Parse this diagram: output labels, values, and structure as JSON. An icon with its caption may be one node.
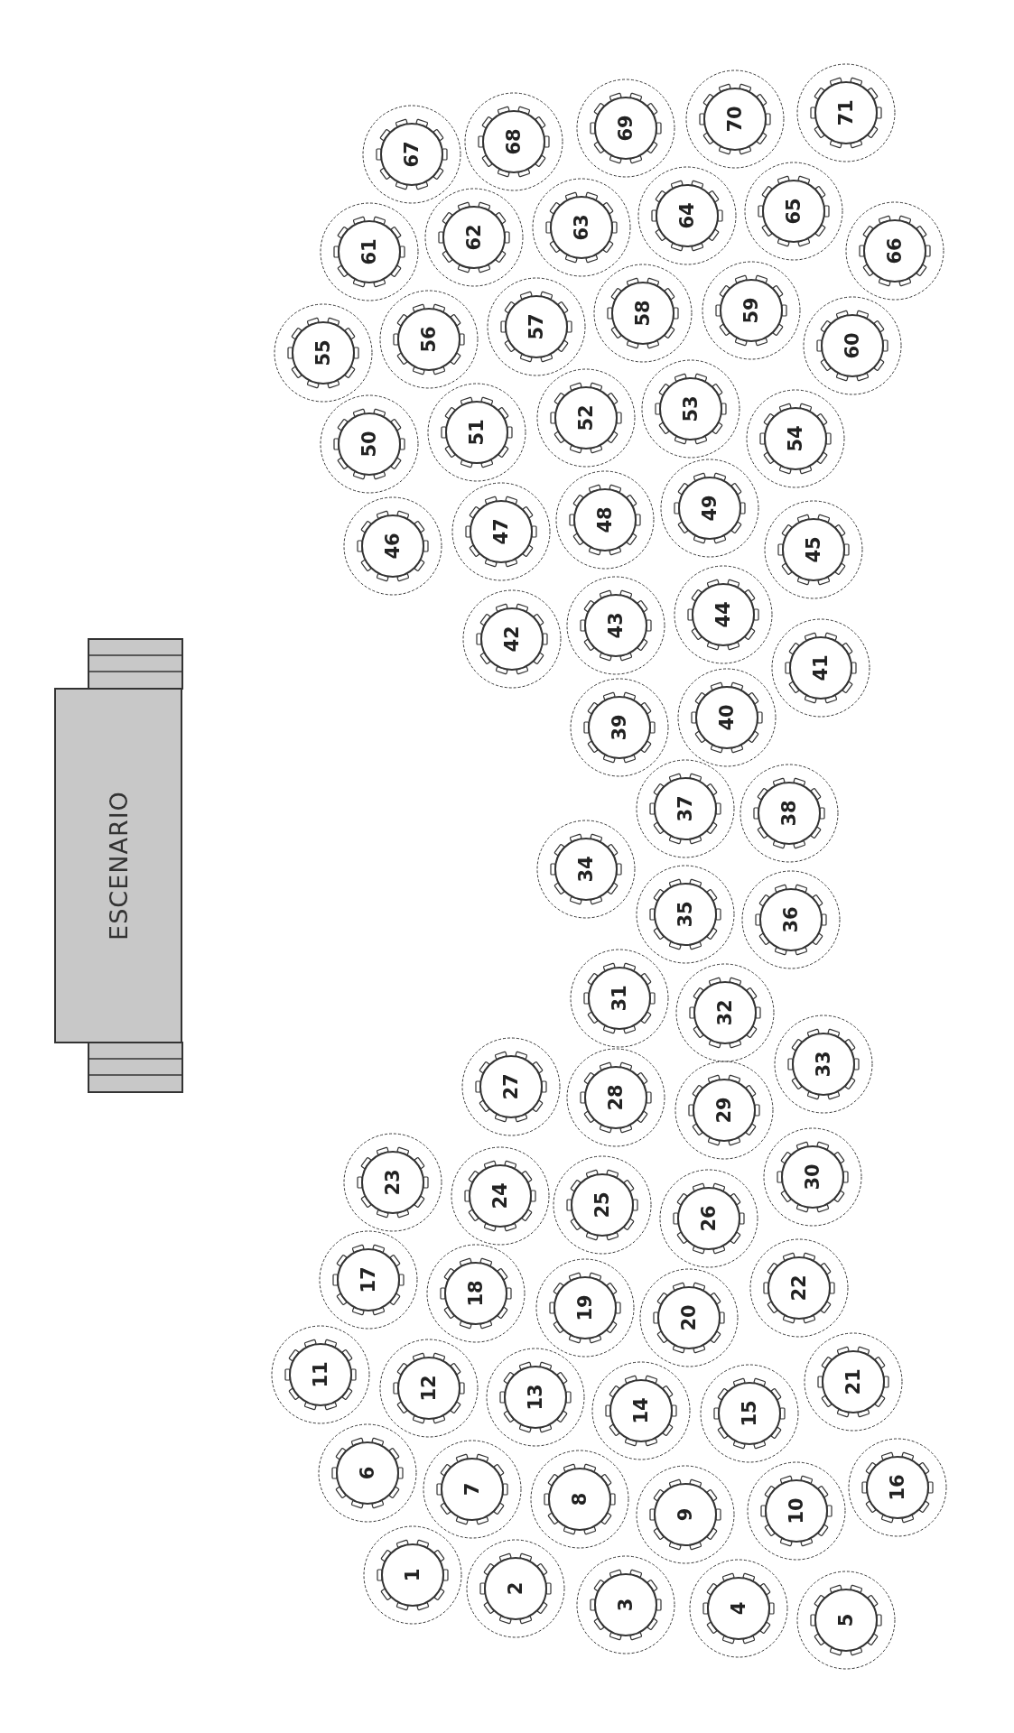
{
  "diagram": {
    "nodes": [
      {
        "text": [
          "ESCENARIO"
        ]
      },
      {
        "text": [
          "1"
        ]
      },
      {
        "text": [
          "2"
        ]
      },
      {
        "text": [
          "3"
        ]
      },
      {
        "text": [
          "4"
        ]
      },
      {
        "text": [
          "5"
        ]
      },
      {
        "text": [
          "6"
        ]
      },
      {
        "text": [
          "7"
        ]
      },
      {
        "text": [
          "8"
        ]
      },
      {
        "text": [
          "9"
        ]
      },
      {
        "text": [
          "10"
        ]
      },
      {
        "text": [
          "11"
        ]
      },
      {
        "text": [
          "12"
        ]
      },
      {
        "text": [
          "13"
        ]
      },
      {
        "text": [
          "14"
        ]
      },
      {
        "text": [
          "15"
        ]
      },
      {
        "text": [
          "16"
        ]
      },
      {
        "text": [
          "17"
        ]
      },
      {
        "text": [
          "18"
        ]
      },
      {
        "text": [
          "19"
        ]
      },
      {
        "text": [
          "20"
        ]
      },
      {
        "text": [
          "21"
        ]
      },
      {
        "text": [
          "22"
        ]
      },
      {
        "text": [
          "23"
        ]
      },
      {
        "text": [
          "24"
        ]
      },
      {
        "text": [
          "25"
        ]
      },
      {
        "text": [
          "26"
        ]
      },
      {
        "text": [
          "27"
        ]
      },
      {
        "text": [
          "28"
        ]
      },
      {
        "text": [
          "29"
        ]
      },
      {
        "text": [
          "30"
        ]
      },
      {
        "text": [
          "31"
        ]
      },
      {
        "text": [
          "32"
        ]
      },
      {
        "text": [
          "33"
        ]
      },
      {
        "text": [
          "34"
        ]
      },
      {
        "text": [
          "35"
        ]
      },
      {
        "text": [
          "36"
        ]
      },
      {
        "text": [
          "37"
        ]
      },
      {
        "text": [
          "38"
        ]
      },
      {
        "text": [
          "39"
        ]
      },
      {
        "text": [
          "40"
        ]
      },
      {
        "text": [
          "41"
        ]
      },
      {
        "text": [
          "42"
        ]
      },
      {
        "text": [
          "43"
        ]
      },
      {
        "text": [
          "44"
        ]
      },
      {
        "text": [
          "45"
        ]
      },
      {
        "text": [
          "46"
        ]
      },
      {
        "text": [
          "47"
        ]
      },
      {
        "text": [
          "48"
        ]
      },
      {
        "text": [
          "49"
        ]
      },
      {
        "text": [
          "50"
        ]
      },
      {
        "text": [
          "51"
        ]
      },
      {
        "text": [
          "52"
        ]
      },
      {
        "text": [
          "53"
        ]
      },
      {
        "text": [
          "54"
        ]
      },
      {
        "text": [
          "55"
        ]
      },
      {
        "text": [
          "56"
        ]
      },
      {
        "text": [
          "57"
        ]
      },
      {
        "text": [
          "58"
        ]
      },
      {
        "text": [
          "59"
        ]
      },
      {
        "text": [
          "60"
        ]
      },
      {
        "text": [
          "61"
        ]
      },
      {
        "text": [
          "62"
        ]
      },
      {
        "text": [
          "63"
        ]
      },
      {
        "text": [
          "64"
        ]
      },
      {
        "text": [
          "65"
        ]
      },
      {
        "text": [
          "66"
        ]
      },
      {
        "text": [
          "67"
        ]
      },
      {
        "text": [
          "68"
        ]
      },
      {
        "text": [
          "69"
        ]
      },
      {
        "text": [
          "70"
        ]
      },
      {
        "text": [
          "71"
        ]
      }
    ]
  }
}
